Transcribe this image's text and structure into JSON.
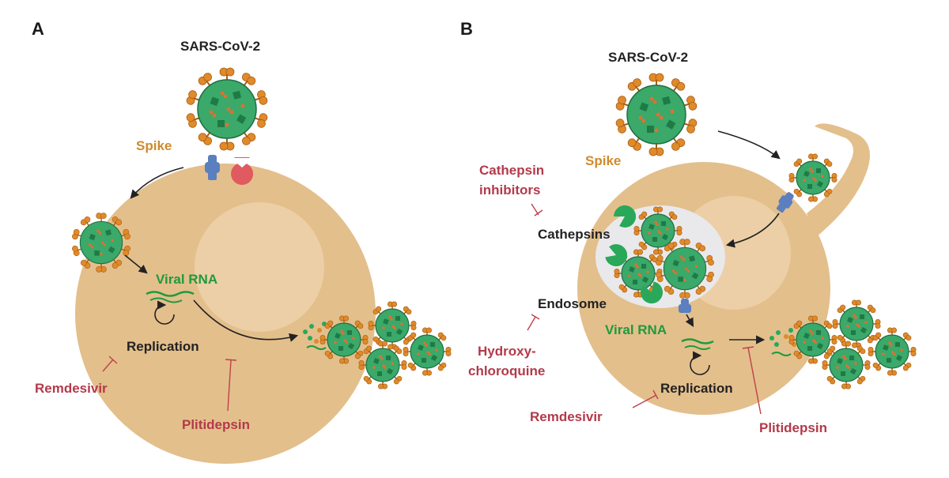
{
  "panels": {
    "a": {
      "panel_label": "A",
      "virus_label": "SARS-CoV-2",
      "spike_label": "Spike",
      "viral_rna_label": "Viral RNA",
      "replication_label": "Replication",
      "drugs": {
        "remdesivir": "Remdesivir",
        "plitidepsin": "Plitidepsin"
      }
    },
    "b": {
      "panel_label": "B",
      "virus_label": "SARS-CoV-2",
      "spike_label": "Spike",
      "cathepsin_inhibitors_line1": "Cathepsin",
      "cathepsin_inhibitors_line2": "inhibitors",
      "cathepsins_label": "Cathepsins",
      "endosome_label": "Endosome",
      "viral_rna_label": "Viral RNA",
      "replication_label": "Replication",
      "hydroxychloroquine_line1": "Hydroxy-",
      "hydroxychloroquine_line2": "chloroquine",
      "drugs": {
        "remdesivir": "Remdesivir",
        "plitidepsin": "Plitidepsin"
      }
    }
  },
  "colors": {
    "cell": "#e3bf8c",
    "nucleus": "#eccfa6",
    "virus": "#3aa96a",
    "spike": "#e08a2a",
    "receptor": "#5b7fbf",
    "protease": "#e05a60",
    "rna": "#1f9a3c",
    "drug_text": "#b33a4a"
  }
}
